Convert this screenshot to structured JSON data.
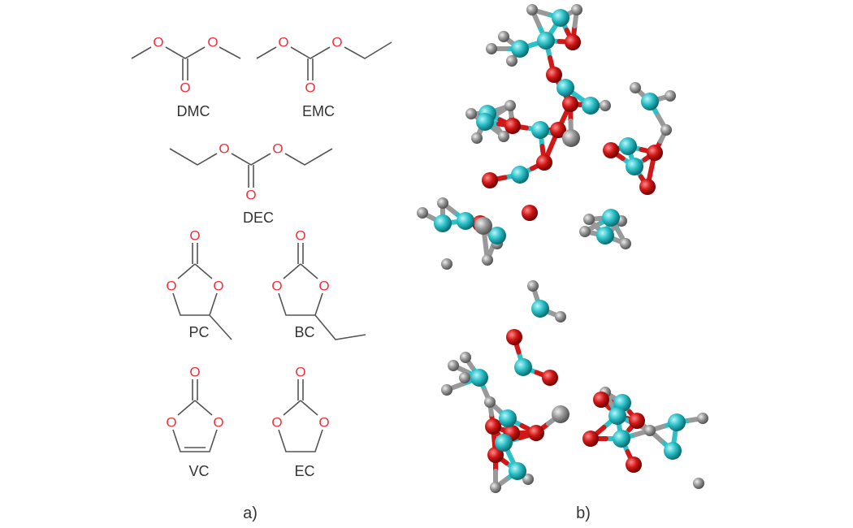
{
  "panel_a": {
    "label": "a)",
    "molecules": [
      {
        "name": "DMC"
      },
      {
        "name": "EMC"
      },
      {
        "name": "DEC"
      },
      {
        "name": "PC"
      },
      {
        "name": "BC"
      },
      {
        "name": "VC"
      },
      {
        "name": "EC"
      }
    ],
    "oxygen_symbol": "O"
  },
  "panel_b": {
    "label": "b)"
  },
  "colors": {
    "oxygen": "#f0323c",
    "carbon_3d": "#2cc0c8",
    "oxygen_3d": "#d01818",
    "hydrogen_3d": "#999999",
    "bond": "#555555"
  }
}
